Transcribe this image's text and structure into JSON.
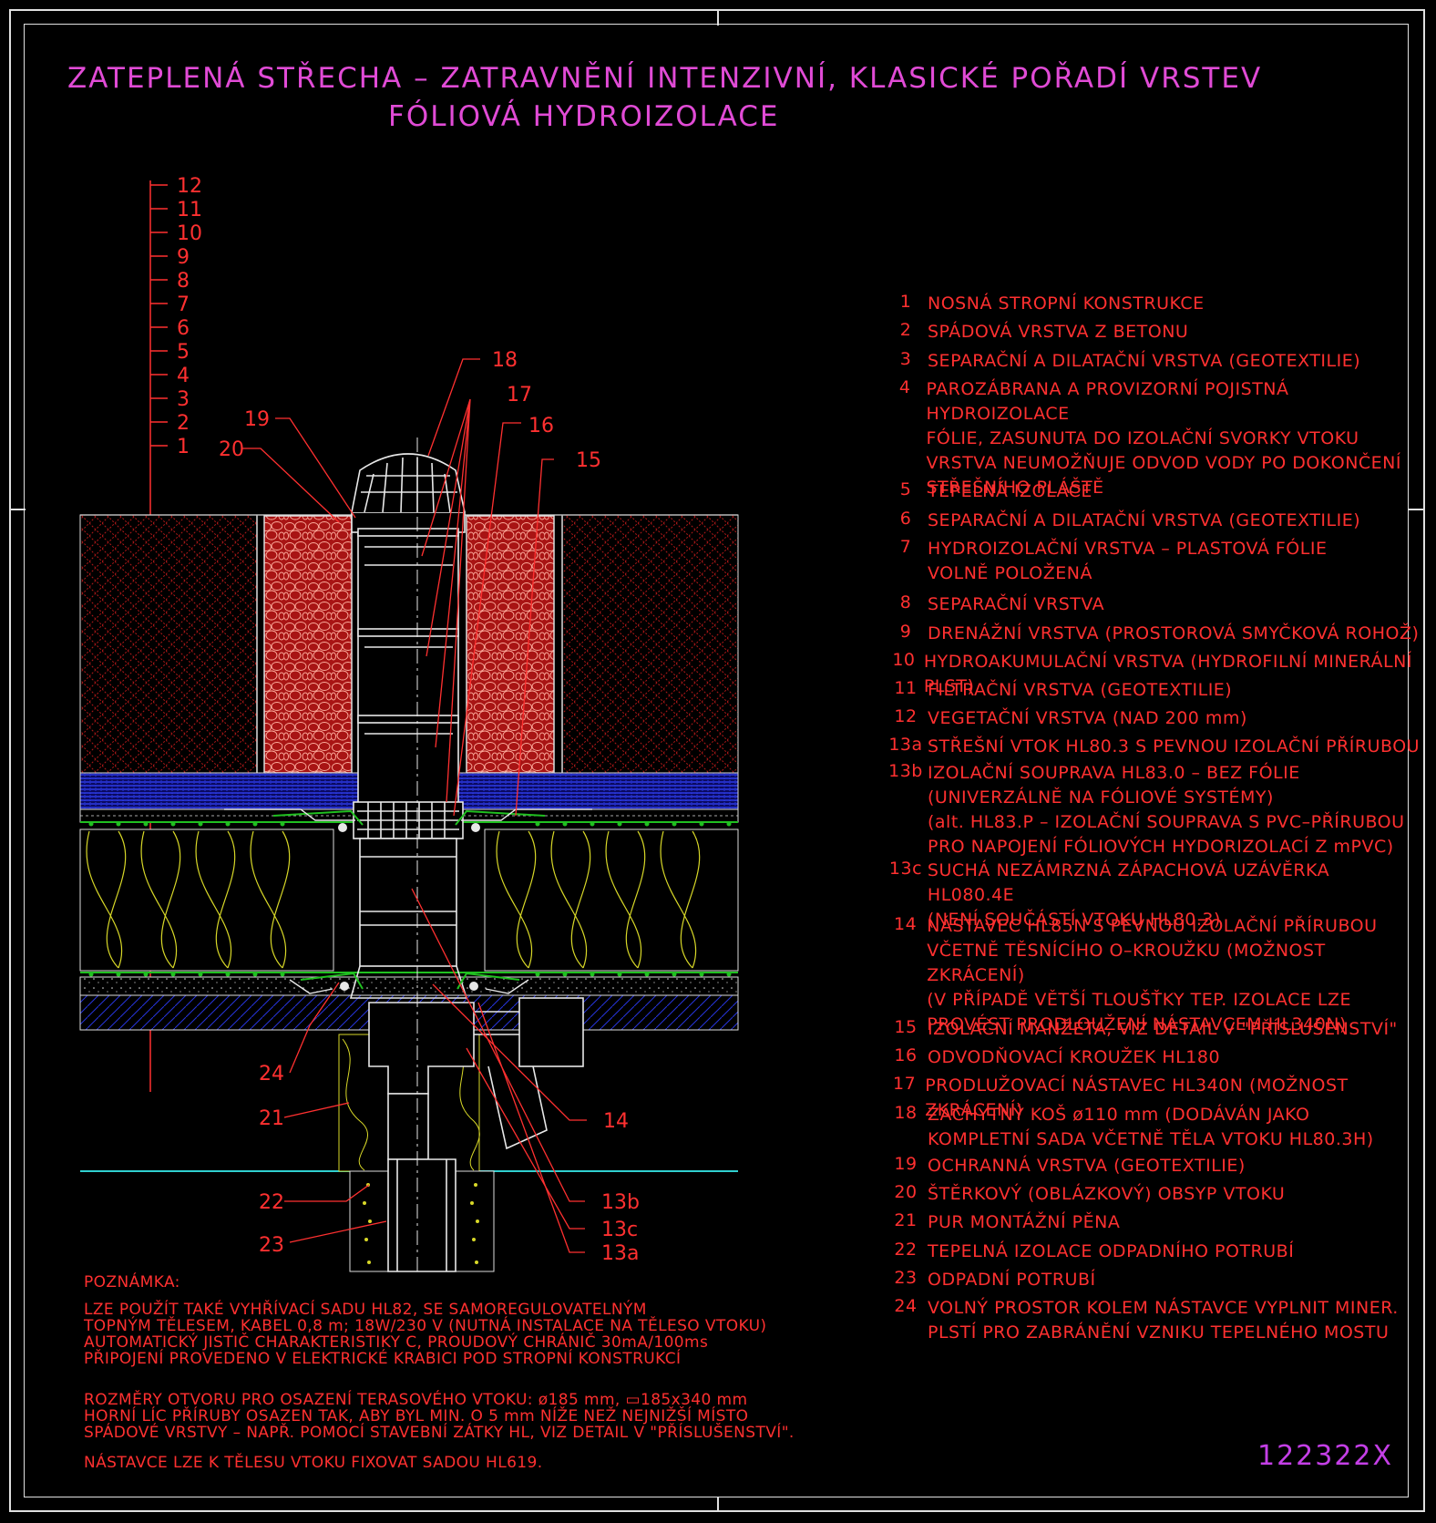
{
  "title": {
    "line1": "ZATEPLENÁ STŘECHA – ZATRAVNĚNÍ INTENZIVNÍ, KLASICKÉ POŘADÍ VRSTEV",
    "line2": "FÓLIOVÁ HYDROIZOLACE"
  },
  "scale_labels": [
    "12",
    "11",
    "10",
    "9",
    "8",
    "7",
    "6",
    "5",
    "4",
    "3",
    "2",
    "1"
  ],
  "callouts": {
    "c18": "18",
    "c17": "17",
    "c16": "16",
    "c15": "15",
    "c19": "19",
    "c20": "20",
    "c24": "24",
    "c21": "21",
    "c22": "22",
    "c23": "23",
    "c14": "14",
    "c13b": "13b",
    "c13c": "13c",
    "c13a": "13a"
  },
  "legend": [
    {
      "num": "1",
      "text": "NOSNÁ STROPNÍ KONSTRUKCE"
    },
    {
      "num": "2",
      "text": "SPÁDOVÁ VRSTVA Z BETONU"
    },
    {
      "num": "3",
      "text": "SEPARAČNÍ A DILATAČNÍ VRSTVA (GEOTEXTILIE)"
    },
    {
      "num": "4",
      "text": "PAROZÁBRANA A PROVIZORNÍ POJISTNÁ HYDROIZOLACE\nFÓLIE, ZASUNUTA DO IZOLAČNÍ SVORKY VTOKU\nVRSTVA NEUMOŽŇUJE ODVOD VODY PO DOKONČENÍ\nSTŘEŠNÍHO PLÁŠTĚ"
    },
    {
      "num": "5",
      "text": "TEPELNÁ IZOLACE"
    },
    {
      "num": "6",
      "text": "SEPARAČNÍ A DILATAČNÍ VRSTVA (GEOTEXTILIE)"
    },
    {
      "num": "7",
      "text": "HYDROIZOLAČNÍ VRSTVA – PLASTOVÁ FÓLIE\nVOLNĚ POLOŽENÁ"
    },
    {
      "num": "8",
      "text": "SEPARAČNÍ VRSTVA"
    },
    {
      "num": "9",
      "text": "DRENÁŽNÍ VRSTVA (PROSTOROVÁ SMYČKOVÁ ROHOŽ)"
    },
    {
      "num": "10",
      "text": "HYDROAKUMULAČNÍ VRSTVA (HYDROFILNÍ MINERÁLNÍ PLST)"
    },
    {
      "num": "11",
      "text": "FILTRAČNÍ VRSTVA (GEOTEXTILIE)"
    },
    {
      "num": "12",
      "text": "VEGETAČNÍ VRSTVA (NAD 200 mm)"
    },
    {
      "num": "13a",
      "text": "STŘEŠNÍ VTOK HL80.3 S PEVNOU IZOLAČNÍ PŘÍRUBOU"
    },
    {
      "num": "13b",
      "text": "IZOLAČNÍ SOUPRAVA HL83.0 – BEZ FÓLIE\n(UNIVERZÁLNĚ NA FÓLIOVÉ SYSTÉMY)\n(alt. HL83.P – IZOLAČNÍ SOUPRAVA S PVC–PŘÍRUBOU\nPRO NAPOJENÍ FÓLIOVÝCH HYDORIZOLACÍ Z mPVC)"
    },
    {
      "num": "13c",
      "text": "SUCHÁ NEZÁMRZNÁ ZÁPACHOVÁ UZÁVĚRKA HL080.4E\n(NENÍ SOUČÁSTÍ VTOKU HL80.3)"
    },
    {
      "num": "14",
      "text": "NÁSTAVEC HL85N S PEVNOU IZOLAČNÍ PŘÍRUBOU\nVČETNĚ TĚSNÍCÍHO O–KROUŽKU (MOŽNOST ZKRÁCENÍ)\n(V PŘÍPADĚ VĚTŠÍ TLOUŠŤKY TEP. IZOLACE LZE\nPROVÉST PRODLOUŽENÍ NÁSTAVCEM HL340N)"
    },
    {
      "num": "15",
      "text": "IZOLAČNÍ MANŽETA, VIZ DETAIL V \"PŘÍSLUŠENSTVÍ\""
    },
    {
      "num": "16",
      "text": "ODVODŇOVACÍ KROUŽEK HL180"
    },
    {
      "num": "17",
      "text": "PRODLUŽOVACÍ NÁSTAVEC HL340N (MOŽNOST ZKRÁCENÍ)"
    },
    {
      "num": "18",
      "text": "ZÁCHYTNÝ KOŠ ø110 mm (DODÁVÁN JAKO\nKOMPLETNÍ SADA VČETNĚ TĚLA VTOKU HL80.3H)"
    },
    {
      "num": "19",
      "text": "OCHRANNÁ VRSTVA (GEOTEXTILIE)"
    },
    {
      "num": "20",
      "text": "ŠTĚRKOVÝ (OBLÁZKOVÝ) OBSYP VTOKU"
    },
    {
      "num": "21",
      "text": "PUR MONTÁŽNÍ PĚNA"
    },
    {
      "num": "22",
      "text": "TEPELNÁ IZOLACE ODPADNÍHO POTRUBÍ"
    },
    {
      "num": "23",
      "text": "ODPADNÍ POTRUBÍ"
    },
    {
      "num": "24",
      "text": "VOLNÝ PROSTOR KOLEM NÁSTAVCE VYPLNIT MINER.\nPLSTÍ PRO ZABRÁNĚNÍ VZNIKU TEPELNÉHO MOSTU"
    }
  ],
  "note": {
    "heading": "POZNÁMKA:",
    "para1": "LZE POUŽÍT TAKÉ VYHŘÍVACÍ SADU HL82, SE SAMOREGULOVATELNÝM\nTOPNÝM TĚLESEM, KABEL 0,8 m; 18W/230 V (NUTNÁ INSTALACE NA TĚLESO VTOKU)\nAUTOMATICKÝ JISTIČ CHARAKTERISTIKY C, PROUDOVÝ CHRÁNIČ 30mA/100ms\nPŘIPOJENÍ PROVEDENO V ELEKTRICKÉ KRABICI POD STROPNÍ KONSTRUKCÍ",
    "para2": "ROZMĚRY OTVORU PRO OSAZENÍ TERASOVÉHO VTOKU: ø185 mm, ▭185x340 mm\nHORNÍ LÍC PŘÍRUBY OSAZEN TAK, ABY BYL MIN. O 5 mm NÍŽE NEŽ NEJNIŽŠÍ MÍSTO\nSPÁDOVÉ VRSTVY – NAPŘ. POMOCÍ STAVEBNÍ ZÁTKY HL, VIZ DETAIL V \"PŘÍSLUŠENSTVÍ\".",
    "para3": "NÁSTAVCE LZE K TĚLESU VTOKU FIXOVAT SADOU HL619."
  },
  "drawing_code": "122322X",
  "colors": {
    "title": "#e14bd6",
    "text": "#ff3030",
    "frame": "#e0e0e0",
    "gravel": "#c21818",
    "concrete_hatch": "#c41c1c",
    "drainage_blue": "#2233ee",
    "insulation_yellow": "#d8d828",
    "membrane_green": "#20c020",
    "cyan": "#30d0d0",
    "code": "#c43fe6"
  }
}
